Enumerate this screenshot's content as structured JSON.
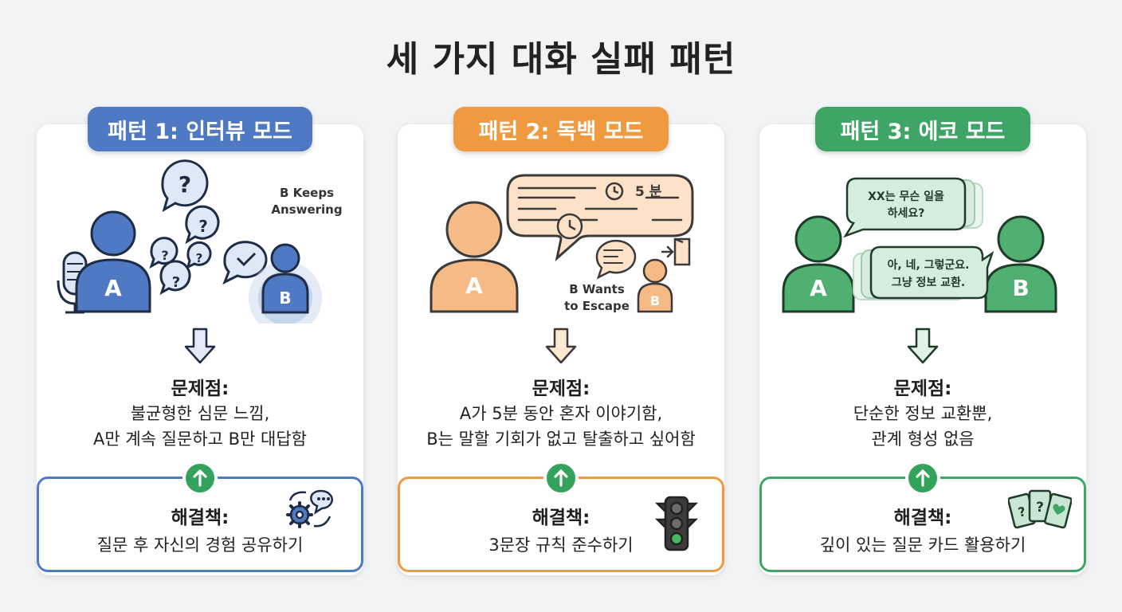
{
  "title": "세 가지 대화 실패 패턴",
  "colors": {
    "blue": "#4f79c2",
    "orange": "#ef9a3e",
    "green": "#3fa567",
    "badge": "#33a35b"
  },
  "cards": [
    {
      "header": "패턴 1: 인터뷰 모드",
      "illustration": {
        "person_a": "A",
        "person_b": "B",
        "caption_line1": "B Keeps",
        "caption_line2": "Answering",
        "icons": [
          "microphone-icon",
          "question-bubble-icon",
          "check-bubble-icon"
        ]
      },
      "problem_label": "문제점:",
      "problem_lines": [
        "불균형한 심문 느낌,",
        "A만 계속 질문하고 B만 대답함"
      ],
      "solution_label": "해결책:",
      "solution_text": "질문 후 자신의 경험 공유하기",
      "solution_icon": "gear-chat-icon"
    },
    {
      "header": "패턴 2: 독백 모드",
      "illustration": {
        "person_a": "A",
        "person_b": "B",
        "timer": "5 분",
        "caption_line1": "B Wants",
        "caption_line2": "to Escape",
        "icons": [
          "speech-bubble-icon",
          "clock-icon",
          "exit-door-icon"
        ]
      },
      "problem_label": "문제점:",
      "problem_lines": [
        "A가 5분 동안 혼자 이야기함,",
        "B는 말할 기회가 없고 탈출하고 싶어함"
      ],
      "solution_label": "해결책:",
      "solution_text": "3문장 규칙 준수하기",
      "solution_icon": "traffic-light-icon"
    },
    {
      "header": "패턴 3: 에코 모드",
      "illustration": {
        "person_a": "A",
        "person_b": "B",
        "bubble_a_line1": "XX는 무슨 일을",
        "bubble_a_line2": "하세요?",
        "bubble_b_line1": "아, 네, 그렇군요.",
        "bubble_b_line2": "그냥 정보 교환."
      },
      "problem_label": "문제점:",
      "problem_lines": [
        "단순한 정보 교환뿐,",
        "관계 형성 없음"
      ],
      "solution_label": "해결책:",
      "solution_text": "깊이 있는 질문 카드 활용하기",
      "solution_icon": "question-cards-icon"
    }
  ]
}
